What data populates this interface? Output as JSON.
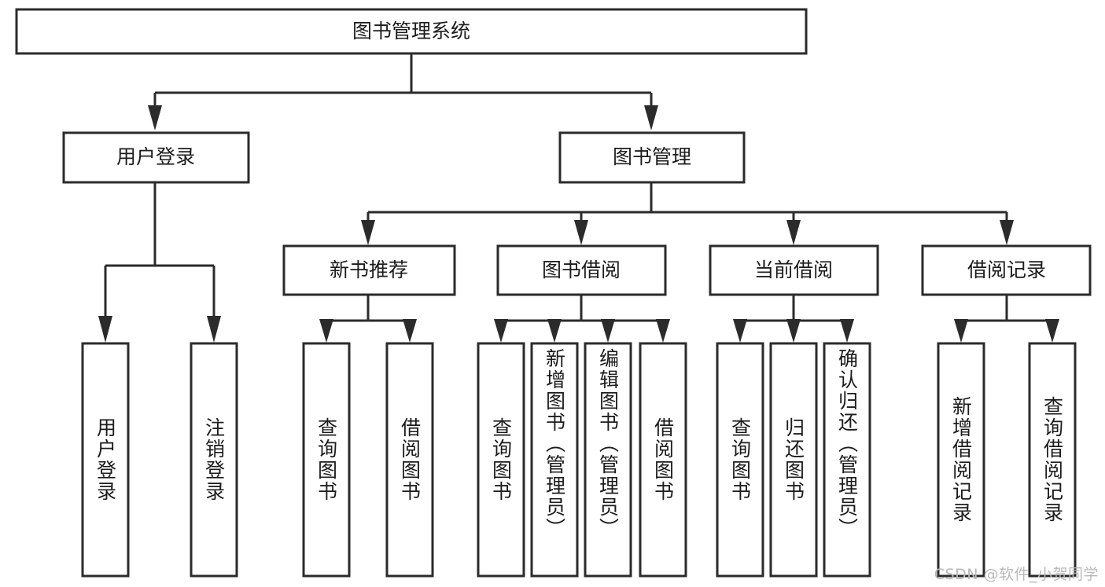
{
  "diagram": {
    "title": "图书管理系统",
    "type": "tree-hierarchy-diagram",
    "colors": {
      "stroke": "#2b2b2b",
      "fill": "#ffffff",
      "text": "#1c1c1c",
      "watermark": "#b9b9b9"
    },
    "levels": {
      "root": {
        "label": "图书管理系统"
      },
      "level2": [
        {
          "label": "用户登录"
        },
        {
          "label": "图书管理"
        }
      ],
      "level3": [
        {
          "label": "新书推荐"
        },
        {
          "label": "图书借阅"
        },
        {
          "label": "当前借阅"
        },
        {
          "label": "借阅记录"
        }
      ],
      "leaves": [
        {
          "label": "用户登录",
          "parent": "用户登录"
        },
        {
          "label": "注销登录",
          "parent": "用户登录"
        },
        {
          "label": "查询图书",
          "parent": "新书推荐"
        },
        {
          "label": "借阅图书",
          "parent": "新书推荐"
        },
        {
          "label": "查询图书",
          "parent": "图书借阅"
        },
        {
          "label": "新增图书（管理员）",
          "parent": "图书借阅"
        },
        {
          "label": "编辑图书（管理员）",
          "parent": "图书借阅"
        },
        {
          "label": "借阅图书",
          "parent": "图书借阅"
        },
        {
          "label": "查询图书",
          "parent": "当前借阅"
        },
        {
          "label": "归还图书",
          "parent": "当前借阅"
        },
        {
          "label": "确认归还（管理员）",
          "parent": "当前借阅"
        },
        {
          "label": "新增借阅记录",
          "parent": "借阅记录"
        },
        {
          "label": "查询借阅记录",
          "parent": "借阅记录"
        }
      ]
    },
    "watermark": "CSDN @软件_小贺同学"
  }
}
